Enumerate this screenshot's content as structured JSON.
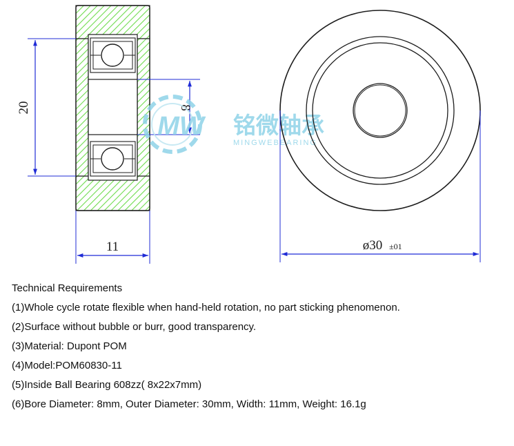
{
  "drawing": {
    "side_view": {
      "dim_height": "20",
      "dim_bore": "8",
      "dim_width": "11"
    },
    "front_view": {
      "dim_outer": "ø30",
      "dim_outer_tol": "±01"
    },
    "watermark": {
      "cn": "铭微轴承",
      "en": "MINGWEBEARING",
      "logo": "MW"
    },
    "colors": {
      "line": "#1c1c1c",
      "dimension": "#1f2bd6",
      "hatch": "#6fdc4f",
      "watermark": "#8fd3e8"
    }
  },
  "requirements": {
    "title": "Technical Requirements",
    "items": [
      "(1)Whole cycle rotate flexible when hand-held rotation, no part sticking phenomenon.",
      "(2)Surface without bubble or burr, good transparency.",
      "(3)Material: Dupont POM",
      "(4)Model:POM60830-11",
      "(5)Inside Ball Bearing 608zz( 8x22x7mm)",
      "(6)Bore Diameter: 8mm, Outer Diameter: 30mm, Width: 11mm, Weight: 16.1g"
    ]
  }
}
